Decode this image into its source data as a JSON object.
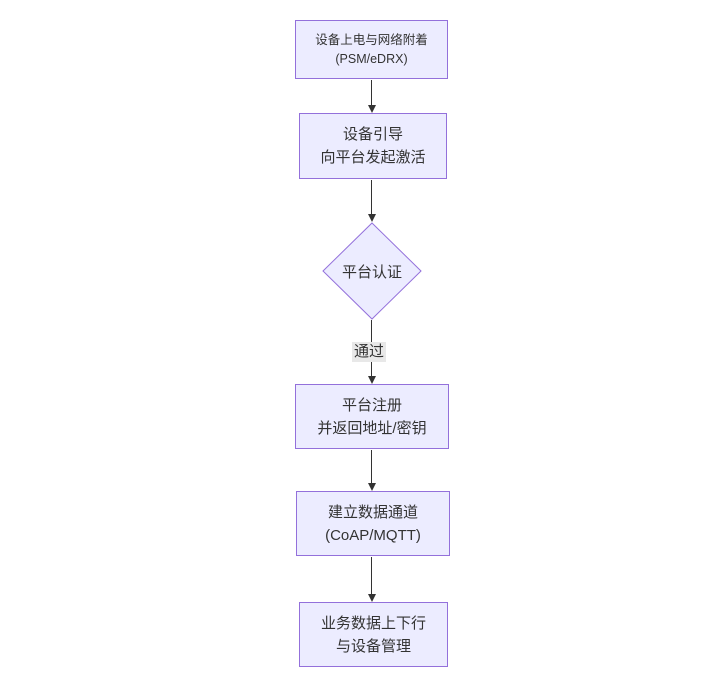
{
  "diagram": {
    "type": "flowchart",
    "direction": "top-down",
    "colors": {
      "node_fill": "#ECECFF",
      "node_border": "#9370DB",
      "edge": "#333333",
      "edge_label_bg": "#e8e8e8",
      "text": "#333333",
      "background": "#ffffff"
    },
    "nodes": [
      {
        "shape": "rect",
        "lines": [
          "设备上电与网络附着",
          "(PSM/eDRX)"
        ]
      },
      {
        "shape": "rect",
        "lines": [
          "设备引导",
          "向平台发起激活"
        ]
      },
      {
        "shape": "diamond",
        "lines": [
          "平台认证"
        ]
      },
      {
        "shape": "rect",
        "lines": [
          "平台注册",
          "并返回地址/密钥"
        ]
      },
      {
        "shape": "rect",
        "lines": [
          "建立数据通道",
          "(CoAP/MQTT)"
        ]
      },
      {
        "shape": "rect",
        "lines": [
          "业务数据上下行",
          "与设备管理"
        ]
      }
    ],
    "edges": [
      {
        "from": "设备上电与网络附着",
        "to": "设备引导",
        "label": ""
      },
      {
        "from": "设备引导",
        "to": "平台认证",
        "label": ""
      },
      {
        "from": "平台认证",
        "to": "平台注册",
        "label": "通过"
      },
      {
        "from": "平台注册",
        "to": "建立数据通道",
        "label": ""
      },
      {
        "from": "建立数据通道",
        "to": "业务数据上下行",
        "label": ""
      }
    ]
  }
}
